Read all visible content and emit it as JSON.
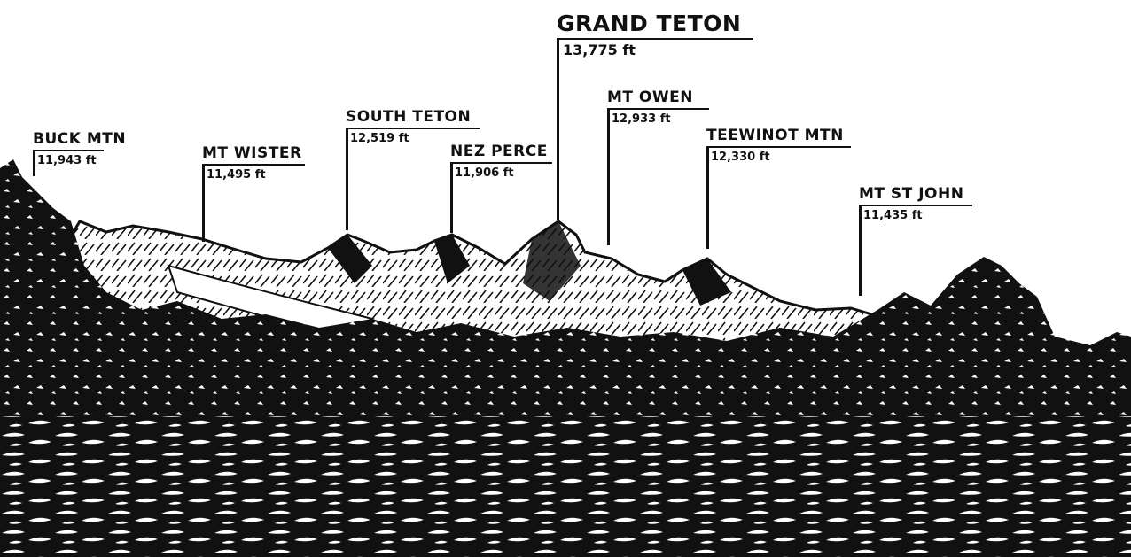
{
  "peaks": [
    {
      "name": "BUCK MTN",
      "elevation": "11,943 ft"
    },
    {
      "name": "MT WISTER",
      "elevation": "11,495 ft"
    },
    {
      "name": "SOUTH TETON",
      "elevation": "12,519 ft"
    },
    {
      "name": "NEZ PERCE",
      "elevation": "11,906 ft"
    },
    {
      "name": "GRAND TETON",
      "elevation": "13,775 ft"
    },
    {
      "name": "MT OWEN",
      "elevation": "12,933 ft"
    },
    {
      "name": "TEEWINOT MTN",
      "elevation": "12,330 ft"
    },
    {
      "name": "MT ST JOHN",
      "elevation": "11,435 ft"
    }
  ],
  "colors": {
    "ink": "#111111",
    "paper": "#ffffff"
  }
}
